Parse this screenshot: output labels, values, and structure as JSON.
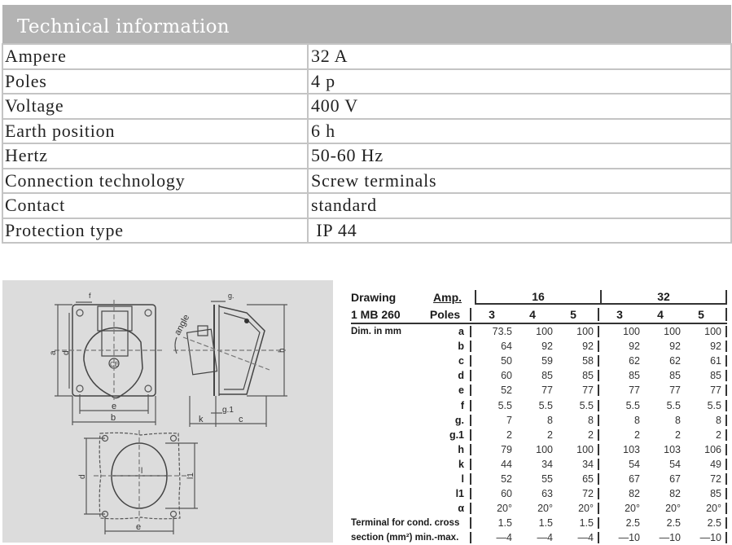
{
  "technical_info": {
    "title": "Technical information",
    "rows": [
      {
        "label": "Ampere",
        "value": "32 A"
      },
      {
        "label": "Poles",
        "value": "4 p"
      },
      {
        "label": "Voltage",
        "value": "400 V"
      },
      {
        "label": "Earth position",
        "value": "6 h"
      },
      {
        "label": "Hertz",
        "value": "50-60 Hz"
      },
      {
        "label": "Connection technology",
        "value": "Screw terminals"
      },
      {
        "label": "Contact",
        "value": "standard"
      },
      {
        "label": "Protection type",
        "value": " IP 44"
      }
    ]
  },
  "drawing": {
    "labels": {
      "f": "f",
      "a": "a",
      "d": "d",
      "e": "e",
      "b": "b",
      "angle": "angle",
      "g": "g.",
      "g1": "g.1",
      "h": "h",
      "k": "k",
      "c": "c",
      "l": "l",
      "l1": "l1"
    }
  },
  "dimensions": {
    "header": {
      "drawing_label": "Drawing",
      "drawing_code": "1 MB 260",
      "amp_label": "Amp.",
      "poles_label": "Poles",
      "amp_groups": [
        "16",
        "32"
      ],
      "poles": [
        "3",
        "4",
        "5",
        "3",
        "4",
        "5"
      ]
    },
    "unit_label": "Dim. in mm",
    "rows": [
      {
        "key": "a",
        "values": [
          "73.5",
          "100",
          "100",
          "100",
          "100",
          "100"
        ]
      },
      {
        "key": "b",
        "values": [
          "64",
          "92",
          "92",
          "92",
          "92",
          "92"
        ]
      },
      {
        "key": "c",
        "values": [
          "50",
          "59",
          "58",
          "62",
          "62",
          "61"
        ]
      },
      {
        "key": "d",
        "values": [
          "60",
          "85",
          "85",
          "85",
          "85",
          "85"
        ]
      },
      {
        "key": "e",
        "values": [
          "52",
          "77",
          "77",
          "77",
          "77",
          "77"
        ]
      },
      {
        "key": "f",
        "values": [
          "5.5",
          "5.5",
          "5.5",
          "5.5",
          "5.5",
          "5.5"
        ]
      },
      {
        "key": "g.",
        "values": [
          "7",
          "8",
          "8",
          "8",
          "8",
          "8"
        ]
      },
      {
        "key": "g.1",
        "values": [
          "2",
          "2",
          "2",
          "2",
          "2",
          "2"
        ]
      },
      {
        "key": "h",
        "values": [
          "79",
          "100",
          "100",
          "103",
          "103",
          "106"
        ]
      },
      {
        "key": "k",
        "values": [
          "44",
          "34",
          "34",
          "54",
          "54",
          "49"
        ]
      },
      {
        "key": "l",
        "values": [
          "52",
          "55",
          "65",
          "67",
          "67",
          "72"
        ]
      },
      {
        "key": "l1",
        "values": [
          "60",
          "63",
          "72",
          "82",
          "82",
          "85"
        ]
      },
      {
        "key": "α",
        "values": [
          "20°",
          "20°",
          "20°",
          "20°",
          "20°",
          "20°"
        ]
      }
    ],
    "terminal": {
      "label_line1": "Terminal for cond. cross",
      "label_line2": "section (mm²) min.-max.",
      "min": [
        "1.5",
        "1.5",
        "1.5",
        "2.5",
        "2.5",
        "2.5"
      ],
      "max": [
        "—4",
        "—4",
        "—4",
        "—10",
        "—10",
        "—10"
      ]
    }
  }
}
